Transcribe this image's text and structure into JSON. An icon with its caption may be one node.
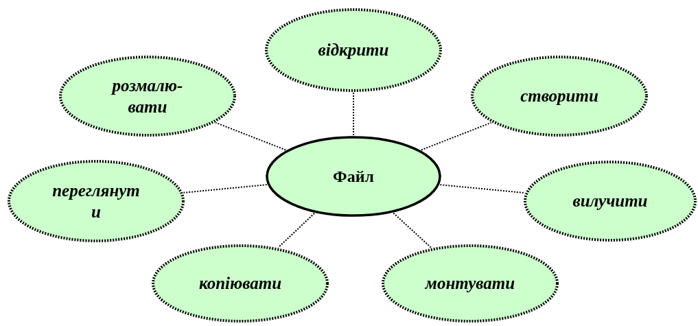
{
  "diagram": {
    "nodes": [
      {
        "text": [
          "Файл"
        ]
      },
      {
        "text": [
          "відкрити"
        ]
      },
      {
        "text": [
          "розмалю- вати"
        ]
      },
      {
        "text": [
          "створити"
        ]
      },
      {
        "text": [
          "переглянут и"
        ]
      },
      {
        "text": [
          "вилучити"
        ]
      },
      {
        "text": [
          "копіювати"
        ]
      },
      {
        "text": [
          "монтувати"
        ]
      }
    ],
    "edges": [
      {
        "from": 0,
        "to": 1,
        "arrow": "none"
      },
      {
        "from": 0,
        "to": 2,
        "arrow": "none"
      },
      {
        "from": 0,
        "to": 3,
        "arrow": "none"
      },
      {
        "from": 0,
        "to": 4,
        "arrow": "none"
      },
      {
        "from": 0,
        "to": 5,
        "arrow": "none"
      },
      {
        "from": 0,
        "to": 6,
        "arrow": "none"
      },
      {
        "from": 0,
        "to": 7,
        "arrow": "none"
      }
    ]
  }
}
